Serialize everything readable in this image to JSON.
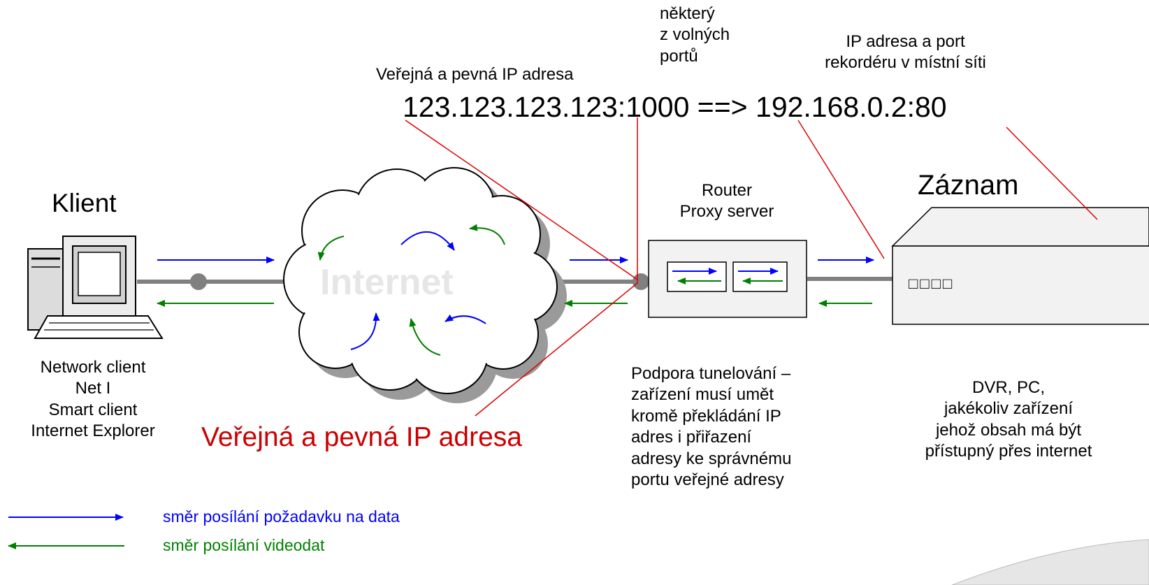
{
  "header": {
    "port_note": "některý\nz volných\nportů",
    "local_note": "IP adresa a port\nrekordéru v místní síti",
    "public_label": "Veřejná a pevná IP adresa",
    "mapping": "123.123.123.123:1000 ==> 192.168.0.2:80"
  },
  "client": {
    "title": "Klient",
    "apps": "Network client\nNet I\nSmart client\nInternet Explorer"
  },
  "internet": {
    "label": "Internet"
  },
  "public_ip_big": "Veřejná a pevná IP adresa",
  "router": {
    "title": "Router\nProxy server",
    "note": "Podpora tunelování –\nzařízení musí umět\nkromě překládání IP\nadres i přiřazení\nadresy ke správnému\nportu veřejné adresy"
  },
  "recorder": {
    "title": "Záznam",
    "indicators": "□□□□",
    "note": "DVR, PC,\njakékoliv zařízení\njehož obsah má být\npřístupný přes internet"
  },
  "legend": {
    "request": "směr posílání požadavku na data",
    "video": "směr posílání videodat"
  },
  "colors": {
    "request": "#0000ff",
    "video": "#008000",
    "pointer": "#dd0000",
    "red_text": "#cc0000",
    "cable": "#808080",
    "device_fill": "#f2f2f2",
    "cloud_shadow": "#9a9a9a",
    "internet_text": "#e6e6e6"
  }
}
